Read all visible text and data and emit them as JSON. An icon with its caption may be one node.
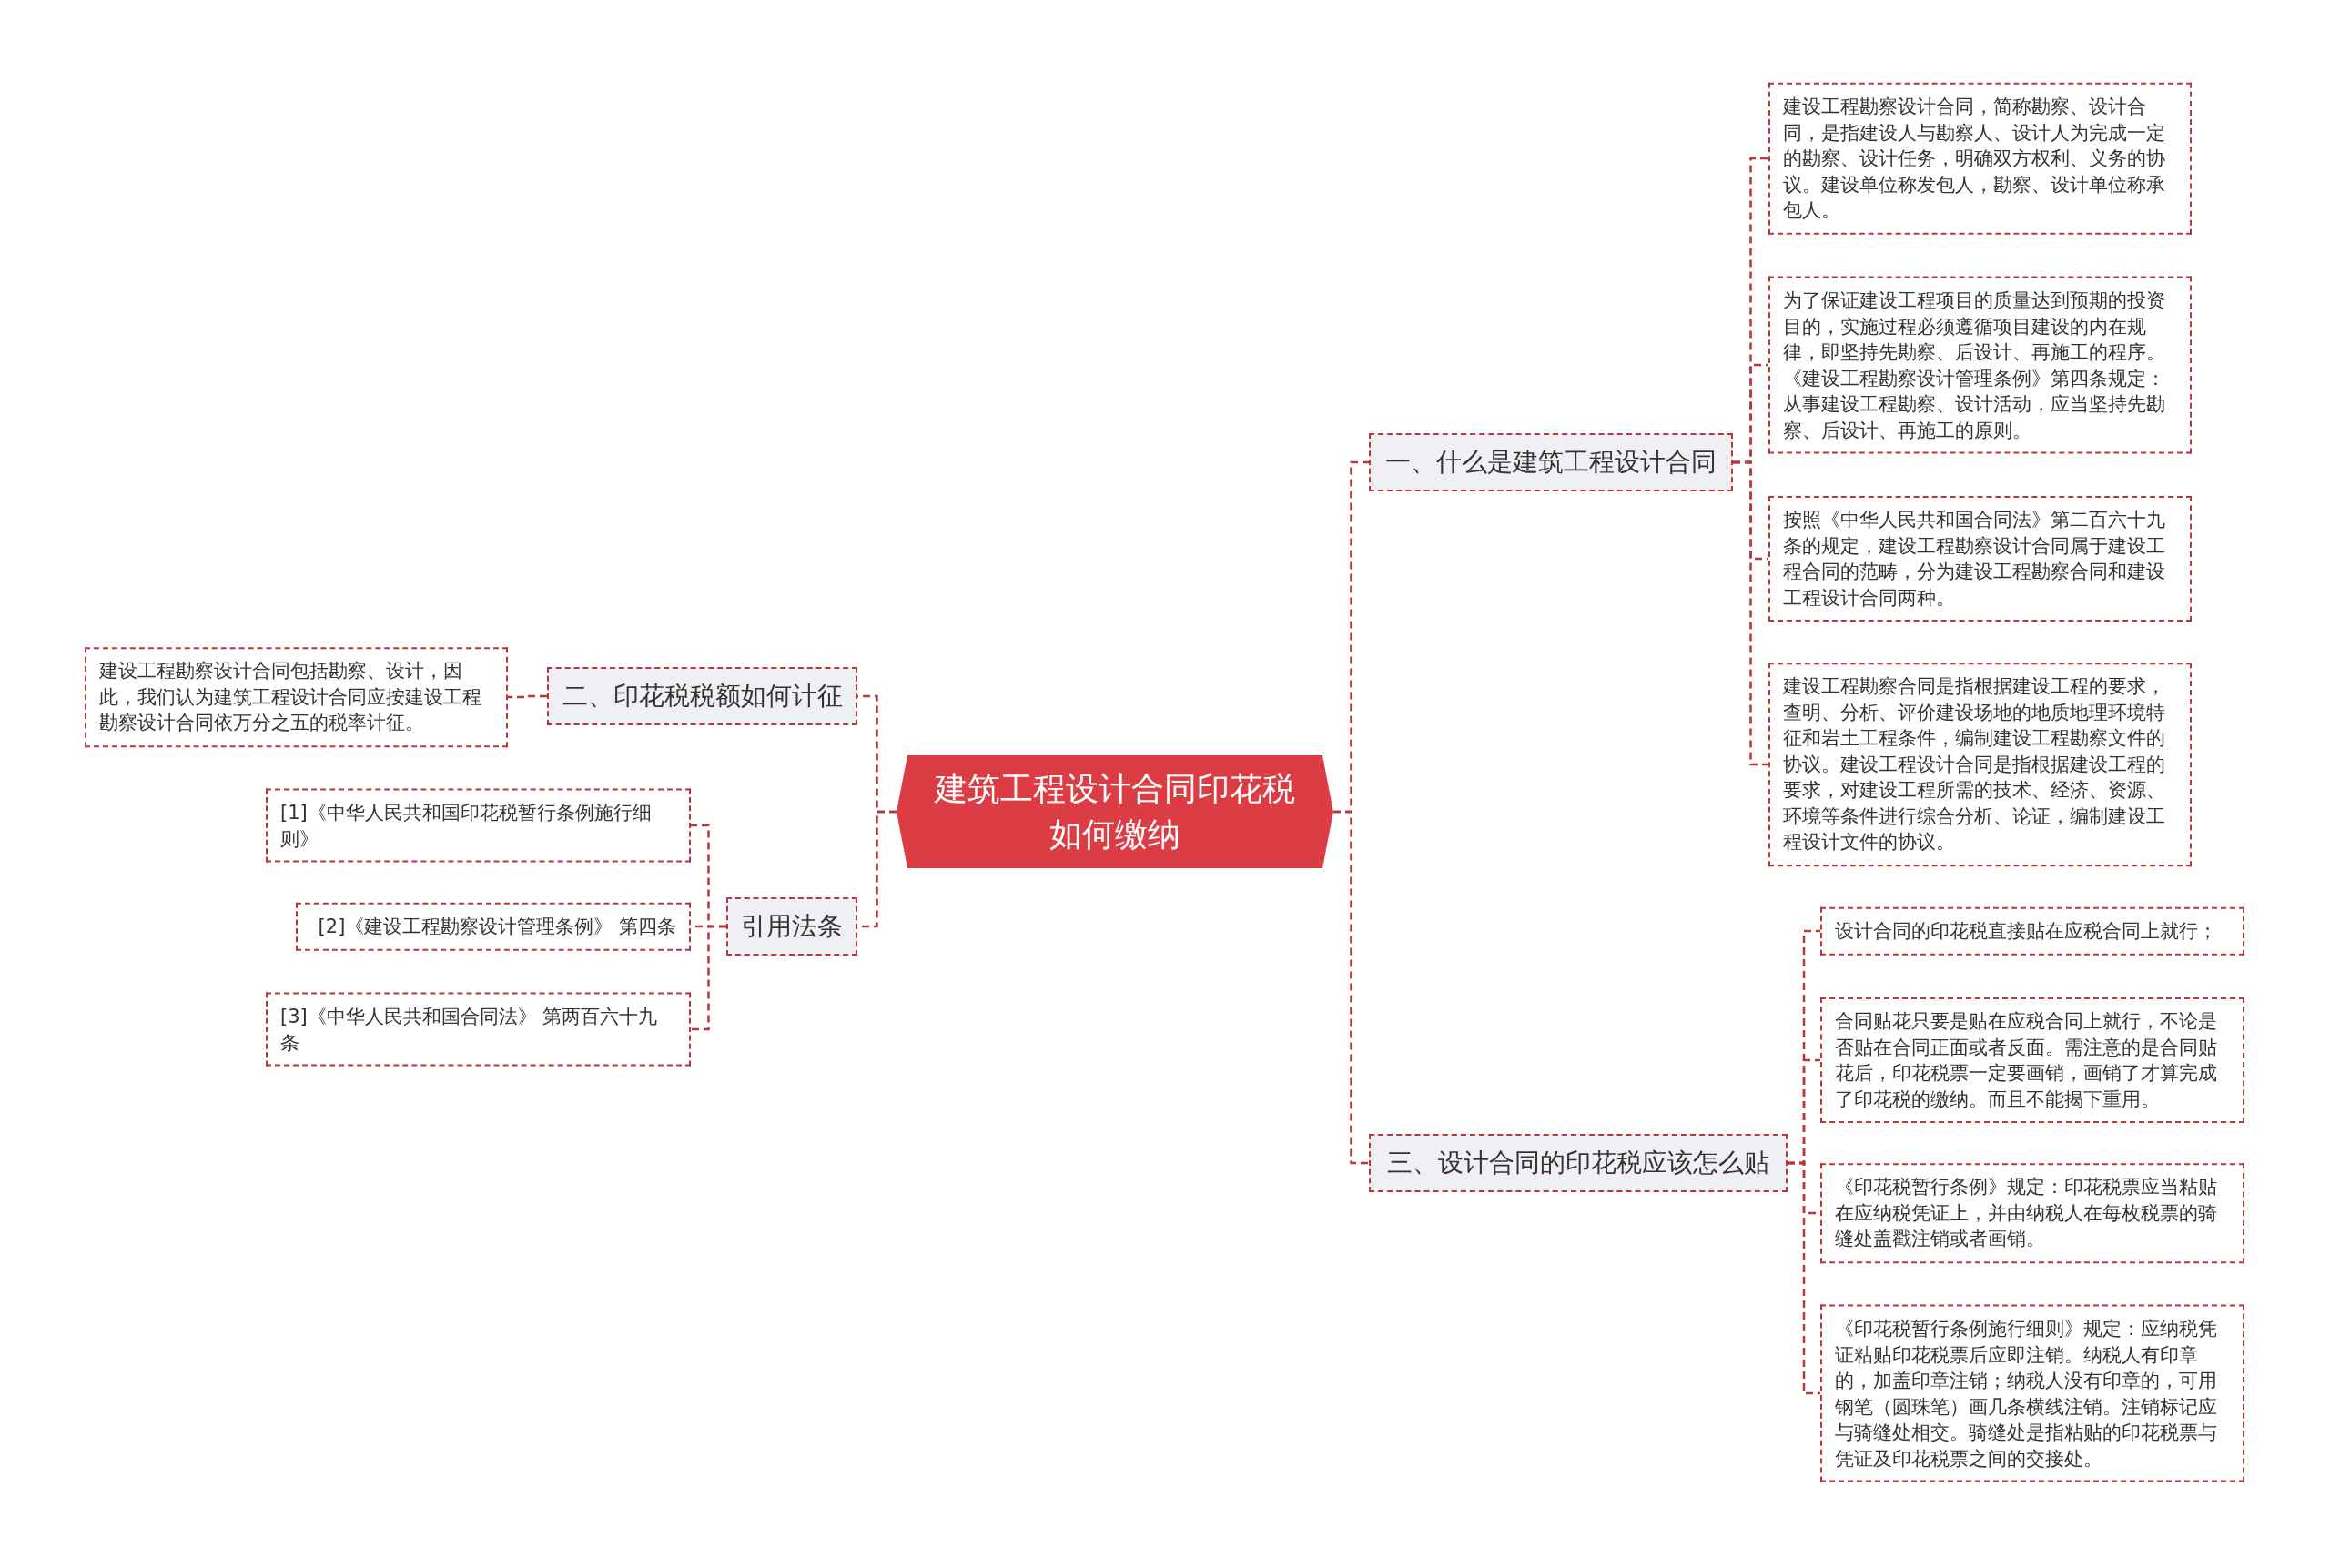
{
  "diagram": {
    "nodes": [
      {
        "text": [
          "建筑工程设计合同印花税如何缴纳"
        ]
      },
      {
        "text": [
          "一、什么是建筑工程设计合同"
        ]
      },
      {
        "text": [
          "建设工程勘察设计合同，简称勘察、设计合同，是指建设人与勘察人、设计人为完成一定的勘察、设计任务，明确双方权利、义务的协议。建设单位称发包人，勘察、设计单位称承包人。"
        ]
      },
      {
        "text": [
          "为了保证建设工程项目的质量达到预期的投资目的，实施过程必须遵循项目建设的内在规律，即坚持先勘察、后设计、再施工的程序。《建设工程勘察设计管理条例》第四条规定：从事建设工程勘察、设计活动，应当坚持先勘察、后设计、再施工的原则。"
        ]
      },
      {
        "text": [
          "按照《中华人民共和国合同法》第二百六十九条的规定，建设工程勘察设计合同属于建设工程合同的范畴，分为建设工程勘察合同和建设工程设计合同两种。"
        ]
      },
      {
        "text": [
          "建设工程勘察合同是指根据建设工程的要求，查明、分析、评价建设场地的地质地理环境特征和岩土工程条件，编制建设工程勘察文件的协议。建设工程设计合同是指根据建设工程的要求，对建设工程所需的技术、经济、资源、环境等条件进行综合分析、论证，编制建设工程设计文件的协议。"
        ]
      },
      {
        "text": [
          "三、设计合同的印花税应该怎么贴"
        ]
      },
      {
        "text": [
          "设计合同的印花税直接贴在应税合同上就行；"
        ]
      },
      {
        "text": [
          "合同贴花只要是贴在应税合同上就行，不论是否贴在合同正面或者反面。需注意的是合同贴花后，印花税票一定要画销，画销了才算完成了印花税的缴纳。而且不能揭下重用。"
        ]
      },
      {
        "text": [
          "《印花税暂行条例》规定：印花税票应当粘贴在应纳税凭证上，并由纳税人在每枚税票的骑缝处盖戳注销或者画销。"
        ]
      },
      {
        "text": [
          "《印花税暂行条例施行细则》规定：应纳税凭证粘贴印花税票后应即注销。纳税人有印章的，加盖印章注销；纳税人没有印章的，可用钢笔（圆珠笔）画几条横线注销。注销标记应与骑缝处相交。骑缝处是指粘贴的印花税票与凭证及印花税票之间的交接处。"
        ]
      },
      {
        "text": [
          "二、印花税税额如何计征"
        ]
      },
      {
        "text": [
          "建设工程勘察设计合同包括勘察、设计，因此，我们认为建筑工程设计合同应按建设工程勘察设计合同依万分之五的税率计征。"
        ]
      },
      {
        "text": [
          "引用法条"
        ]
      },
      {
        "text": [
          "[1]《中华人民共和国印花税暂行条例施行细则》"
        ]
      },
      {
        "text": [
          "[2]《建设工程勘察设计管理条例》 第四条"
        ]
      },
      {
        "text": [
          "[3]《中华人民共和国合同法》 第两百六十九条"
        ]
      }
    ],
    "edges": [
      {
        "from": 0,
        "to": 1,
        "arrow": "none"
      },
      {
        "from": 1,
        "to": 2,
        "arrow": "none"
      },
      {
        "from": 1,
        "to": 3,
        "arrow": "none"
      },
      {
        "from": 1,
        "to": 4,
        "arrow": "none"
      },
      {
        "from": 1,
        "to": 5,
        "arrow": "none"
      },
      {
        "from": 0,
        "to": 6,
        "arrow": "none"
      },
      {
        "from": 6,
        "to": 7,
        "arrow": "none"
      },
      {
        "from": 6,
        "to": 8,
        "arrow": "none"
      },
      {
        "from": 6,
        "to": 9,
        "arrow": "none"
      },
      {
        "from": 6,
        "to": 10,
        "arrow": "none"
      },
      {
        "from": 0,
        "to": 11,
        "arrow": "none"
      },
      {
        "from": 11,
        "to": 12,
        "arrow": "none"
      },
      {
        "from": 0,
        "to": 13,
        "arrow": "none"
      },
      {
        "from": 13,
        "to": 14,
        "arrow": "none"
      },
      {
        "from": 13,
        "to": 15,
        "arrow": "none"
      },
      {
        "from": 13,
        "to": 16,
        "arrow": "none"
      }
    ]
  }
}
